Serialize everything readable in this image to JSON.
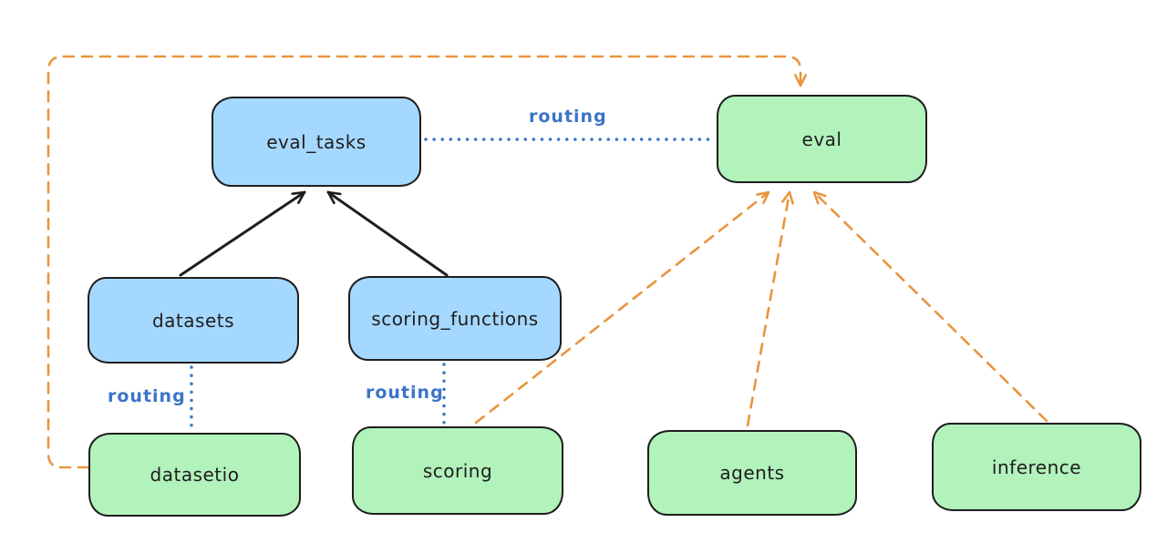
{
  "diagram": {
    "colors": {
      "blue_fill": "#a5d8ff",
      "green_fill": "#b2f2bb",
      "stroke": "#1e1e1e",
      "orange": "#e8953f",
      "blue_line": "#3b74c9"
    },
    "nodes": [
      {
        "id": "eval_tasks",
        "label": "eval_tasks",
        "fill": "blue_fill"
      },
      {
        "id": "eval",
        "label": "eval",
        "fill": "green_fill"
      },
      {
        "id": "datasets",
        "label": "datasets",
        "fill": "blue_fill"
      },
      {
        "id": "scoring_functions",
        "label": "scoring_functions",
        "fill": "blue_fill"
      },
      {
        "id": "datasetio",
        "label": "datasetio",
        "fill": "green_fill"
      },
      {
        "id": "scoring",
        "label": "scoring",
        "fill": "green_fill"
      },
      {
        "id": "agents",
        "label": "agents",
        "fill": "green_fill"
      },
      {
        "id": "inference",
        "label": "inference",
        "fill": "green_fill"
      }
    ],
    "edges": [
      {
        "from": "datasets",
        "to": "eval_tasks",
        "style": "solid",
        "color": "black",
        "arrow": true,
        "label": ""
      },
      {
        "from": "scoring_functions",
        "to": "eval_tasks",
        "style": "solid",
        "color": "black",
        "arrow": true,
        "label": ""
      },
      {
        "from": "eval_tasks",
        "to": "eval",
        "style": "dotted",
        "color": "blue",
        "arrow": false,
        "label": "routing"
      },
      {
        "from": "datasets",
        "to": "datasetio",
        "style": "dotted",
        "color": "blue",
        "arrow": false,
        "label": "routing"
      },
      {
        "from": "scoring_functions",
        "to": "scoring",
        "style": "dotted",
        "color": "blue",
        "arrow": false,
        "label": "routing"
      },
      {
        "from": "datasetio",
        "to": "eval",
        "style": "dashed",
        "color": "orange",
        "arrow": true,
        "label": ""
      },
      {
        "from": "scoring",
        "to": "eval",
        "style": "dashed",
        "color": "orange",
        "arrow": true,
        "label": ""
      },
      {
        "from": "agents",
        "to": "eval",
        "style": "dashed",
        "color": "orange",
        "arrow": true,
        "label": ""
      },
      {
        "from": "inference",
        "to": "eval",
        "style": "dashed",
        "color": "orange",
        "arrow": true,
        "label": ""
      }
    ]
  }
}
